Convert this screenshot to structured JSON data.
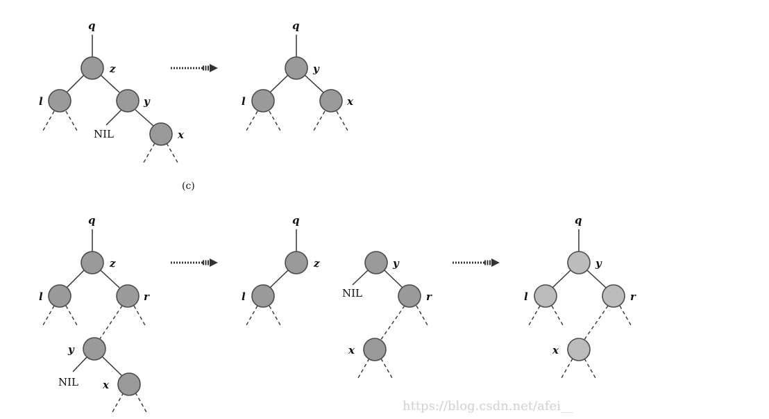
{
  "colors": {
    "node_dark": "#9a9a9a",
    "node_light": "#bcbcbc",
    "line": "#333333"
  },
  "caption": "(c)",
  "watermark": "https://blog.csdn.net/afei__",
  "labels": {
    "q": "q",
    "z": "z",
    "y": "y",
    "x": "x",
    "l": "l",
    "r": "r",
    "nil": "NIL"
  },
  "arrow_icon": "dotted-right-arrow"
}
